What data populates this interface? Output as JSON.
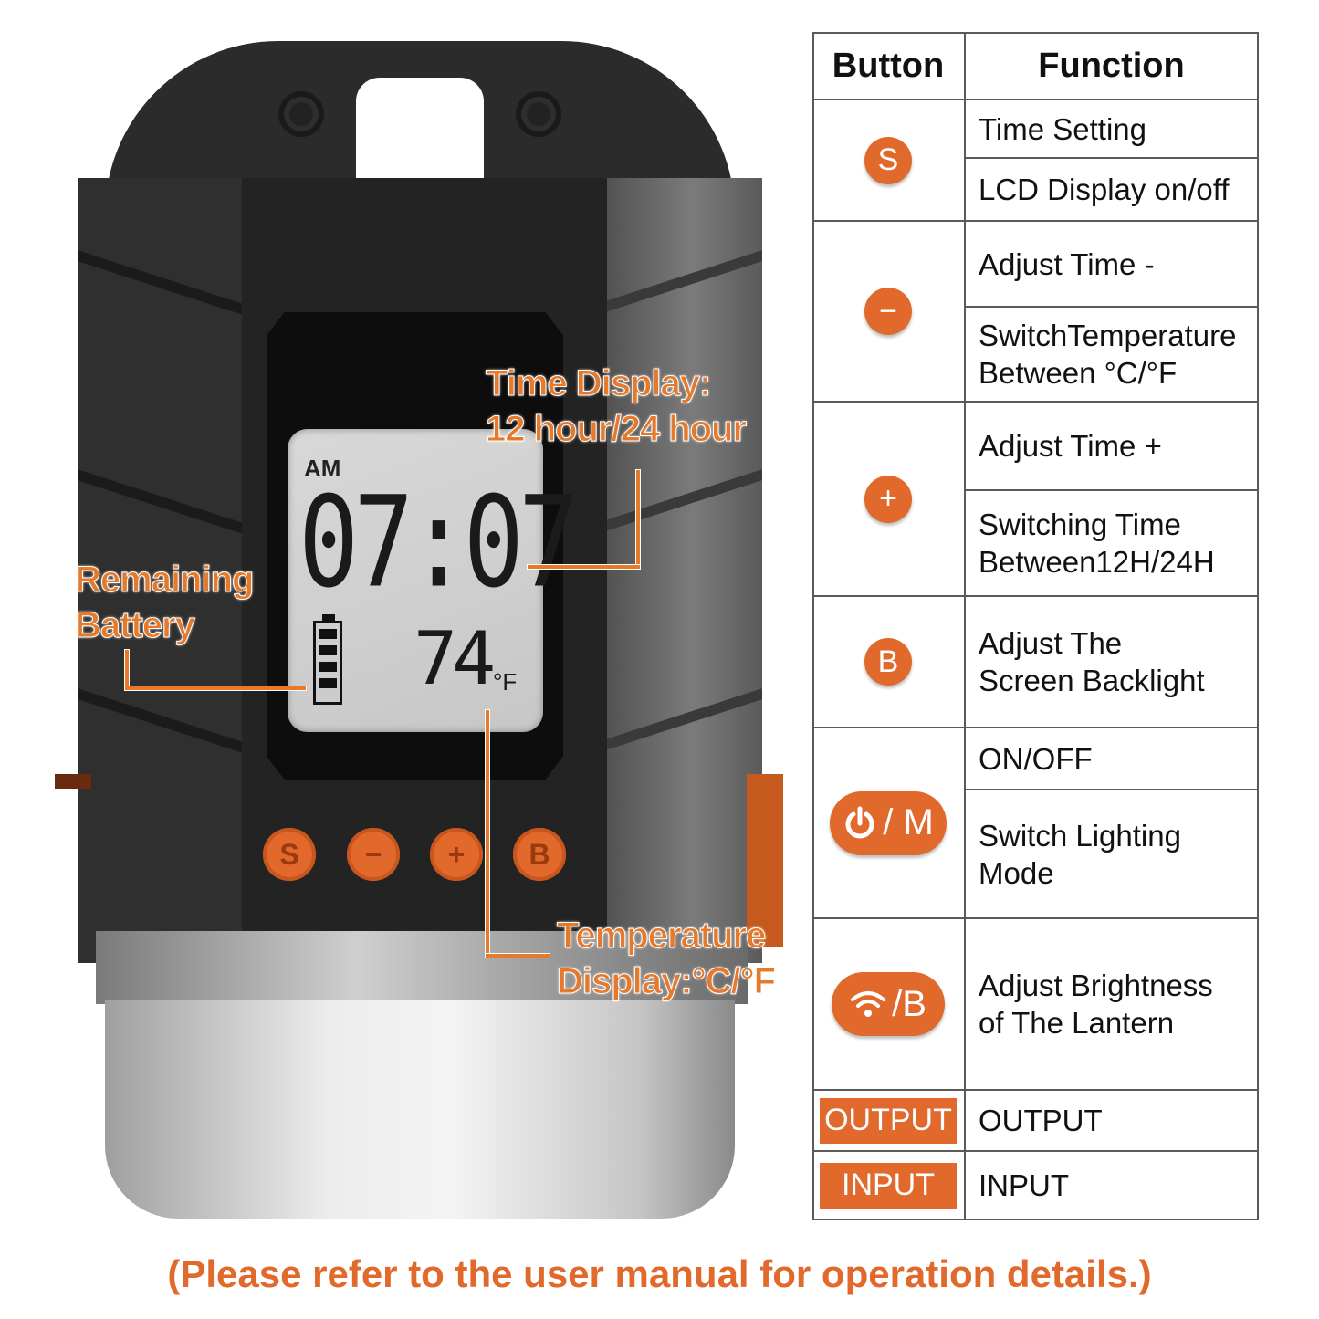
{
  "device": {
    "lcd": {
      "ampm": "AM",
      "time": "07:07",
      "temperature": "74",
      "unit": "°F",
      "battery_level": 1.0
    },
    "buttons": [
      "S",
      "−",
      "+",
      "B"
    ]
  },
  "callouts": {
    "time_display": "Time Display:\n12 hour/24 hour",
    "battery": "Remaining\nBattery",
    "temperature": "Temperature\nDisplay:°C/°F"
  },
  "table": {
    "headers": {
      "button": "Button",
      "function": "Function"
    },
    "rows": [
      {
        "button": "S",
        "button_icon": "s-button-icon",
        "functions": [
          "Time Setting",
          "LCD Display on/off"
        ]
      },
      {
        "button": "−",
        "button_icon": "minus-button-icon",
        "functions": [
          "Adjust Time -",
          "SwitchTemperature\nBetween °C/°F"
        ]
      },
      {
        "button": "+",
        "button_icon": "plus-button-icon",
        "functions": [
          "Adjust Time +",
          "Switching Time\nBetween12H/24H"
        ]
      },
      {
        "button": "B",
        "button_icon": "b-button-icon",
        "functions": [
          "Adjust The\nScreen Backlight"
        ]
      },
      {
        "button": "/ M",
        "button_icon": "power-icon",
        "functions": [
          "ON/OFF",
          "Switch Lighting\nMode"
        ]
      },
      {
        "button": "/B",
        "button_icon": "wifi-icon",
        "functions": [
          "Adjust Brightness\nof The Lantern"
        ]
      },
      {
        "button": "OUTPUT",
        "functions": [
          "OUTPUT"
        ]
      },
      {
        "button": "INPUT",
        "functions": [
          "INPUT"
        ]
      }
    ]
  },
  "footer": "(Please refer to the user manual for operation details.)",
  "colors": {
    "accent": "#e0692b",
    "callout": "#e57a2c",
    "device_dark": "#232323"
  }
}
